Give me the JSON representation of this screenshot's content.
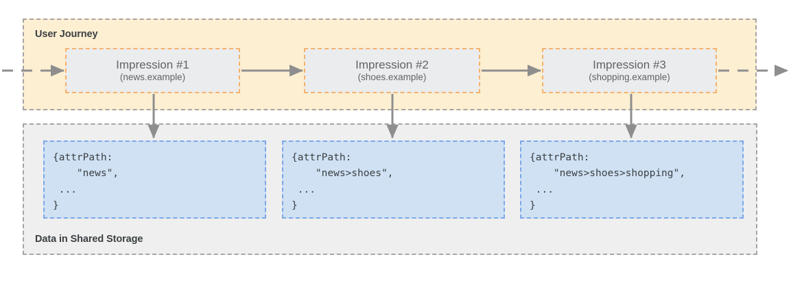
{
  "diagram": {
    "title": "Shared Storage attribution path across a user journey",
    "colors": {
      "journey_panel_fill": "#FDEFD1",
      "storage_panel_fill": "#EFEFEF",
      "panel_border": "#A5A5A5",
      "impression_fill": "#EBECED",
      "impression_border": "#F6B26B",
      "data_fill": "#CFE1F3",
      "data_border": "#7BA7E8",
      "arrow": "#8E8E8E",
      "text": "#3C4043",
      "muted_text": "#5F6368"
    }
  },
  "journey": {
    "label": "User Journey",
    "impressions": [
      {
        "title": "Impression #1",
        "origin": "(news.example)"
      },
      {
        "title": "Impression #2",
        "origin": "(shoes.example)"
      },
      {
        "title": "Impression #3",
        "origin": "(shopping.example)"
      }
    ]
  },
  "storage": {
    "label": "Data in Shared Storage",
    "records": [
      {
        "code": "{attrPath:\n    \"news\",\n ...\n}"
      },
      {
        "code": "{attrPath:\n    \"news>shoes\",\n ...\n}"
      },
      {
        "code": "{attrPath:\n    \"news>shoes>shopping\",\n ...\n}"
      }
    ]
  },
  "arrows": {
    "entry": "dashed-arrow-right-into-journey",
    "exit": "dashed-arrow-right-out-of-journey",
    "between_impressions": "solid-arrow-right",
    "impression_to_storage": "solid-arrow-down"
  }
}
